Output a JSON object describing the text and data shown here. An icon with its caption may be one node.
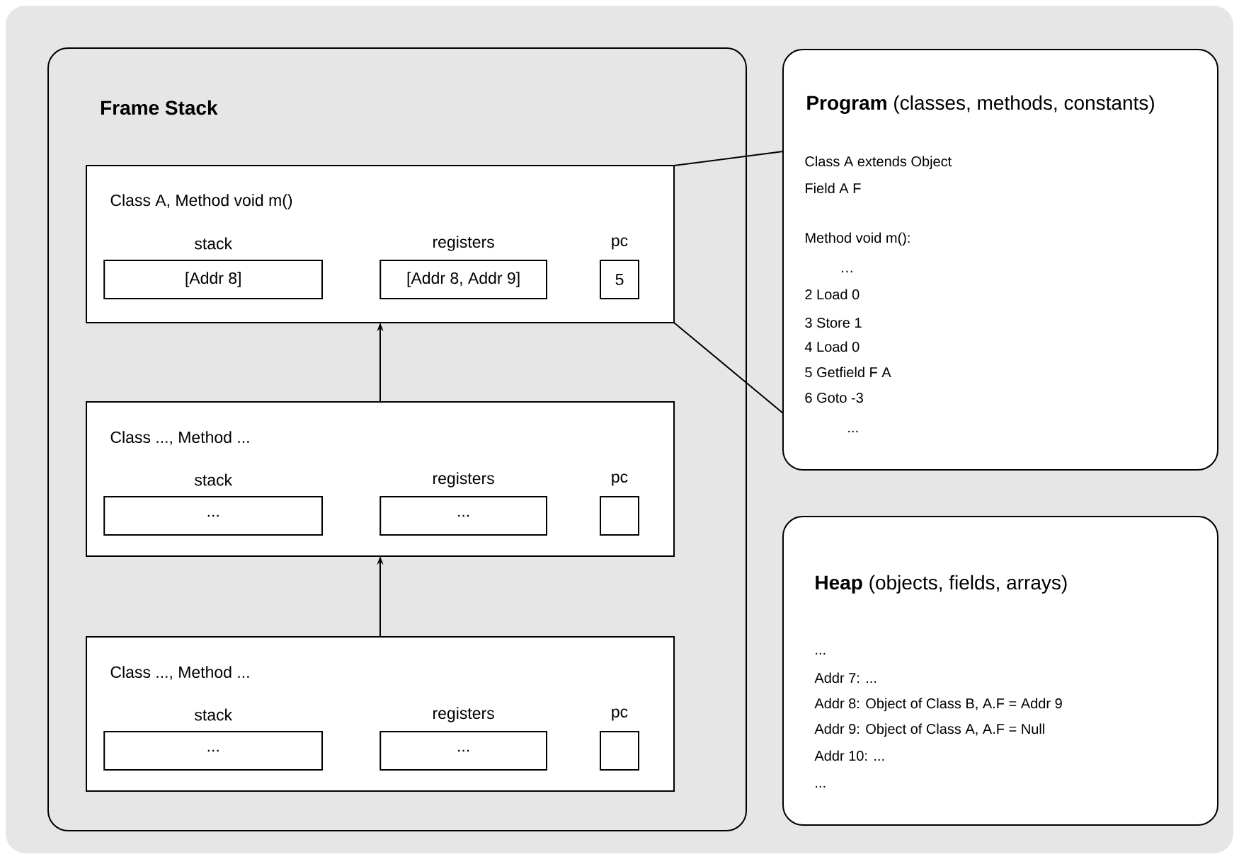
{
  "diagram": {
    "nodes": [
      {
        "text": [
          "Frame Stack"
        ]
      },
      {
        "text": [
          "Class A, Method void m()"
        ],
        "in": 0
      },
      {
        "text": [
          "stack",
          "[Addr 8]"
        ],
        "in": 1
      },
      {
        "text": [
          "registers",
          "[Addr 8, Addr 9]"
        ],
        "in": 1
      },
      {
        "text": [
          "pc",
          "5"
        ],
        "in": 1
      },
      {
        "text": [
          "Class ..., Method ..."
        ],
        "in": 0
      },
      {
        "text": [
          "stack",
          "..."
        ],
        "in": 5
      },
      {
        "text": [
          "registers",
          "..."
        ],
        "in": 5
      },
      {
        "text": [
          "pc"
        ],
        "in": 5
      },
      {
        "text": [
          "Class ..., Method ..."
        ],
        "in": 0
      },
      {
        "text": [
          "stack",
          "..."
        ],
        "in": 9
      },
      {
        "text": [
          "registers",
          "..."
        ],
        "in": 9
      },
      {
        "text": [
          "pc"
        ],
        "in": 9
      },
      {
        "text": [
          "**Program** (classes, methods, constants)",
          "Class A extends Object",
          "Field A F",
          "Method void m():",
          "…",
          "2 Load 0",
          "3 Store 1",
          "4 Load 0",
          "5 Getfield F A",
          "6 Goto -3",
          "..."
        ]
      },
      {
        "text": [
          "**Heap** (objects, fields, arrays)",
          "...",
          "Addr 7: ...",
          "Addr 8: Object of Class B, A.F = Addr 9",
          "Addr 9: Object of Class A, A.F = Null",
          "Addr 10: ...",
          "..."
        ]
      }
    ],
    "edges": [
      {
        "from": 5,
        "to": 1,
        "arrow": "to"
      },
      {
        "from": 9,
        "to": 5,
        "arrow": "to"
      },
      {
        "from": 1,
        "to": 13,
        "arrow": "none"
      },
      {
        "from": 1,
        "to": 13,
        "arrow": "none"
      }
    ]
  }
}
